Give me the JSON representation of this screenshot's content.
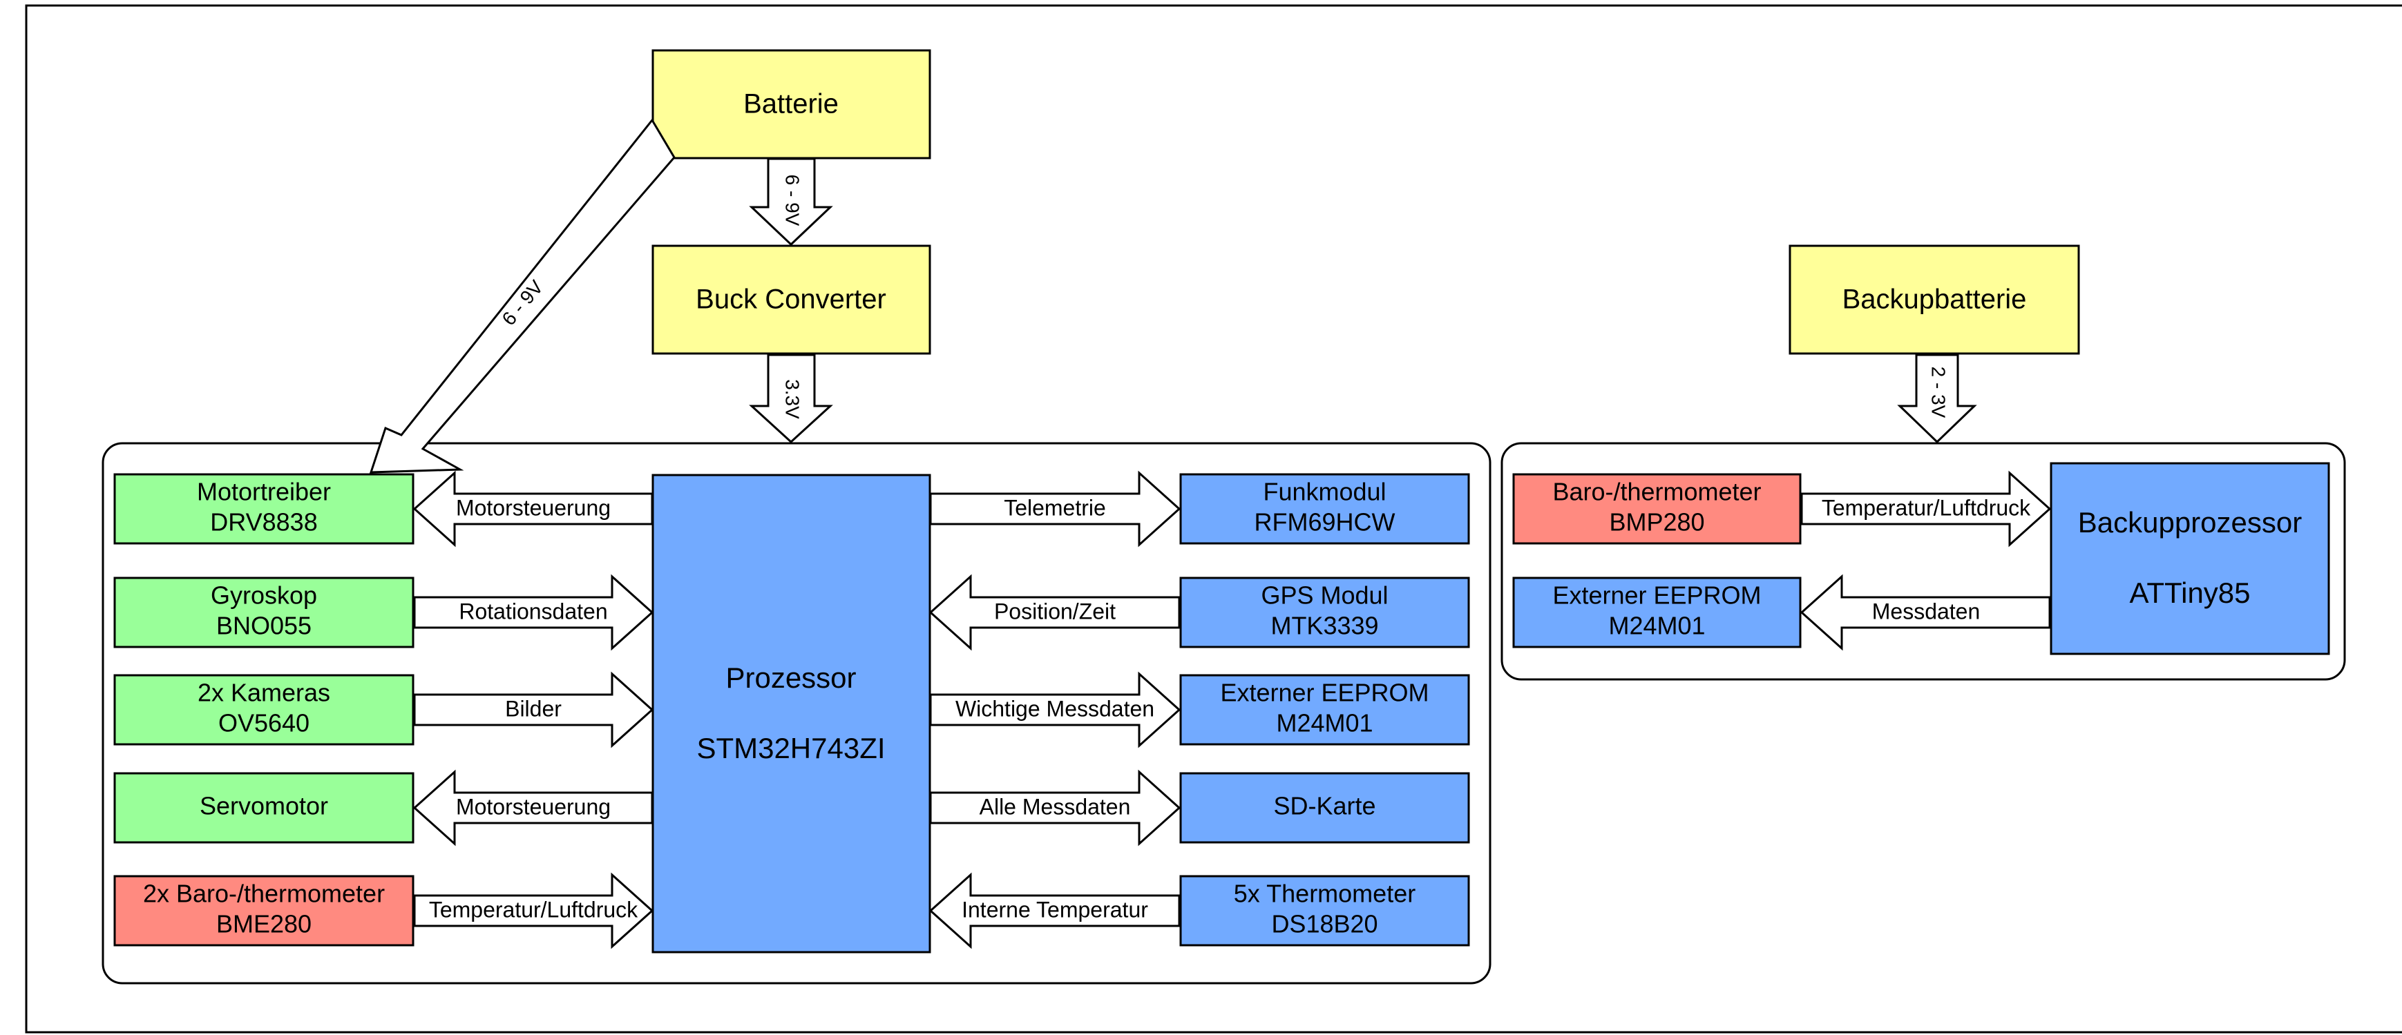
{
  "colors": {
    "yellow": "#ffff99",
    "green": "#99ff99",
    "blue": "#72aaff",
    "red": "#ff8a80",
    "stroke": "#000000",
    "background": "#ffffff"
  },
  "power": {
    "battery": "Batterie",
    "buck": "Buck Converter",
    "backup_battery": "Backupbatterie",
    "v_battery_buck": "6 - 9V",
    "v_buck_main": "3.3V",
    "v_battery_motor": "6 - 9V",
    "v_backup": "2 - 3V"
  },
  "processor": {
    "name": "Prozessor",
    "chip": "STM32H743ZI"
  },
  "left_modules": [
    {
      "name": "Motortreiber",
      "chip": "DRV8838",
      "link": "Motorsteuerung",
      "dir": "out",
      "color": "green"
    },
    {
      "name": "Gyroskop",
      "chip": "BNO055",
      "link": "Rotationsdaten",
      "dir": "in",
      "color": "green"
    },
    {
      "name": "2x Kameras",
      "chip": "OV5640",
      "link": "Bilder",
      "dir": "in",
      "color": "green"
    },
    {
      "name": "Servomotor",
      "chip": "",
      "link": "Motorsteuerung",
      "dir": "out",
      "color": "green"
    },
    {
      "name": "2x Baro-/thermometer",
      "chip": "BME280",
      "link": "Temperatur/Luftdruck",
      "dir": "in",
      "color": "red"
    }
  ],
  "right_modules": [
    {
      "name": "Funkmodul",
      "chip": "RFM69HCW",
      "link": "Telemetrie",
      "dir": "out",
      "color": "blue"
    },
    {
      "name": "GPS Modul",
      "chip": "MTK3339",
      "link": "Position/Zeit",
      "dir": "in",
      "color": "blue"
    },
    {
      "name": "Externer EEPROM",
      "chip": "M24M01",
      "link": "Wichtige Messdaten",
      "dir": "out",
      "color": "blue"
    },
    {
      "name": "SD-Karte",
      "chip": "",
      "link": "Alle Messdaten",
      "dir": "out",
      "color": "blue"
    },
    {
      "name": "5x Thermometer",
      "chip": "DS18B20",
      "link": "Interne Temperatur",
      "dir": "in",
      "color": "blue"
    }
  ],
  "backup": {
    "processor_name": "Backupprozessor",
    "processor_chip": "ATTiny85",
    "modules": [
      {
        "name": "Baro-/thermometer",
        "chip": "BMP280",
        "link": "Temperatur/Luftdruck",
        "dir": "in",
        "color": "red"
      },
      {
        "name": "Externer EEPROM",
        "chip": "M24M01",
        "link": "Messdaten",
        "dir": "out",
        "color": "blue"
      }
    ]
  }
}
